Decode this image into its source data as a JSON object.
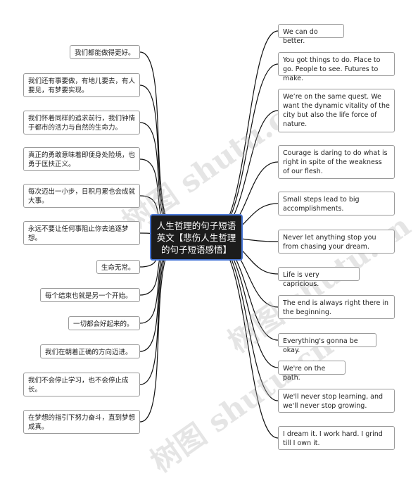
{
  "central": {
    "title": "人生哲理的句子短语英文【悲伤人生哲理的句子短语感悟】"
  },
  "left_nodes": [
    "我们都能做得更好。",
    "我们还有事要做，有地儿要去，有人要见，有梦要实现。",
    "我们怀着同样的追求前行，我们钟情于都市的活力与自然的生命力。",
    "真正的勇敢意味着即便身处险境，也勇于匡扶正义。",
    "每次迈出一小步，日积月累也会成就大事。",
    "永远不要让任何事阻止你去追逐梦想。",
    "生命无常。",
    "每个结束也就是另一个开始。",
    "一切都会好起来的。",
    "我们在朝着正确的方向迈进。",
    "我们不会停止学习，也不会停止成长。",
    "在梦想的指引下努力奋斗，直到梦想成真。"
  ],
  "right_nodes": [
    "We can do better.",
    "You got things to do. Place to go. People to see. Futures to make.",
    "We’re on the same quest. We want the dynamic vitality of the city but also the life force of nature.",
    "Courage is daring to do what is right in spite of the weakness of our flesh.",
    "Small steps lead to big accomplishments.",
    "Never let anything stop you from chasing your dream.",
    "Life is very capricious.",
    "The end is always right there in the beginning.",
    "Everything's gonna be okay.",
    "We're on the path.",
    "We'll never stop learning, and we'll never stop growing.",
    "I dream it. I work hard. I grind till I own it."
  ],
  "watermarks": [
    "树图 shutu.cn",
    "树图 shutu.cn",
    "树图 shutu.cn"
  ],
  "colors": {
    "line": "#111111",
    "node_border": "#9a9a9a",
    "center_bg": "#1c1c1c",
    "center_border": "#4a78d8"
  }
}
